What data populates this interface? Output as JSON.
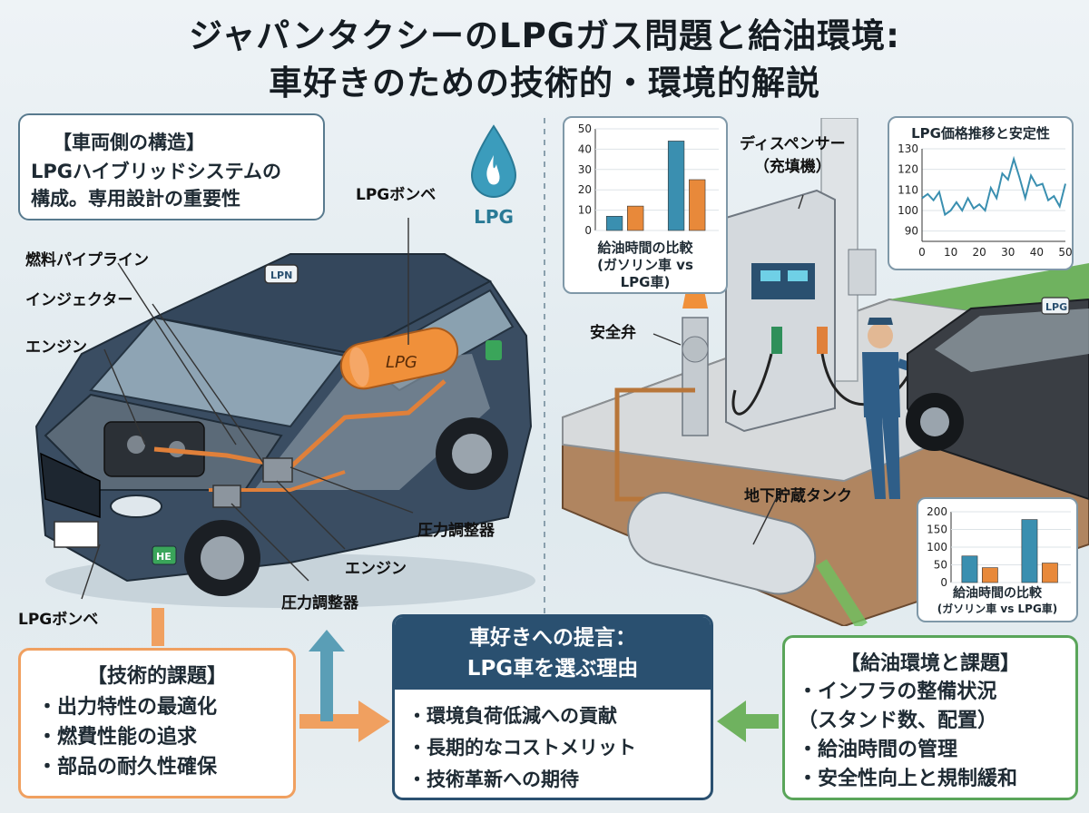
{
  "title_line1": "ジャパンタクシーのLPGガス問題と給油環境:",
  "title_line2": "車好きのための技術的・環境的解説",
  "structure_box": {
    "heading": "【車両側の構造】",
    "line1": "LPGハイブリッドシステムの",
    "line2": "構成。専用設計の重要性"
  },
  "drop_label": "LPG",
  "tank_text": "LPG",
  "roof_sign": "LPN",
  "plate_badge": "HE",
  "car_labels": {
    "fuel_pipeline": "燃料パイプライン",
    "injector": "インジェクター",
    "engine_left": "エンジン",
    "lpg_cylinder_top": "LPGボンベ",
    "pressure_regulator_right": "圧力調整器",
    "engine_bottom": "エンジン",
    "pressure_regulator_bottom": "圧力調整器",
    "lpg_cylinder_bottom": "LPGボンベ"
  },
  "station_labels": {
    "dispenser_line1": "ディスペンサー",
    "dispenser_line2": "（充填機）",
    "safety_valve": "安全弁",
    "underground_tank": "地下貯蔵タンク",
    "taxi_roof": "LPG"
  },
  "technical_box": {
    "heading": "【技術的課題】",
    "items": [
      "・出力特性の最適化",
      "・燃費性能の追求",
      "・部品の耐久性確保"
    ]
  },
  "proposal_box": {
    "heading_line1": "車好きへの提言：",
    "heading_line2": "LPG車を選ぶ理由",
    "items": [
      "・環境負荷低減への貢献",
      "・長期的なコストメリット",
      "・技術革新への期待"
    ]
  },
  "refuel_box": {
    "heading": "【給油環境と課題】",
    "items": [
      "・インフラの整備状況",
      "（スタンド数、配置）",
      "・給油時間の管理",
      "・安全性向上と規制緩和"
    ]
  },
  "colors": {
    "navy": "#2a5070",
    "orange": "#f0a060",
    "teal": "#3a8fb0",
    "green": "#5aa55a",
    "bar_blue": "#3a8fb0",
    "bar_orange": "#e8893a"
  },
  "chart_data": [
    {
      "type": "bar",
      "caption_line1": "給油時間の比較",
      "caption_line2": "(ガソリン車 vs",
      "caption_line3": "LPG車)",
      "y_ticks": [
        "0",
        "10",
        "20",
        "30",
        "40",
        "50"
      ],
      "ylim": [
        0,
        50
      ],
      "categories": [
        "",
        ""
      ],
      "series": [
        {
          "values": [
            7,
            44
          ]
        },
        {
          "values": [
            12,
            25
          ]
        }
      ]
    },
    {
      "type": "line",
      "title": "LPG価格推移と安定性",
      "x_ticks": [
        "0",
        "10",
        "20",
        "30",
        "40",
        "50"
      ],
      "y_ticks": [
        "90",
        "100",
        "110",
        "120",
        "130"
      ],
      "xlim": [
        0,
        50
      ],
      "ylim": [
        85,
        130
      ],
      "x": [
        0,
        2,
        4,
        6,
        8,
        10,
        12,
        14,
        16,
        18,
        20,
        22,
        24,
        26,
        28,
        30,
        32,
        34,
        36,
        38,
        40,
        42,
        44,
        46,
        48,
        50
      ],
      "y": [
        106,
        108,
        105,
        109,
        98,
        100,
        104,
        100,
        106,
        101,
        103,
        100,
        111,
        106,
        118,
        115,
        125,
        116,
        106,
        117,
        112,
        113,
        105,
        107,
        102,
        113
      ]
    },
    {
      "type": "bar",
      "caption_line1": "給油時間の比較",
      "caption_line2": "(ガソリン車 vs LPG車)",
      "y_ticks": [
        "0",
        "50",
        "100",
        "150",
        "200"
      ],
      "ylim": [
        0,
        200
      ],
      "categories": [
        "",
        ""
      ],
      "series": [
        {
          "values": [
            75,
            178
          ]
        },
        {
          "values": [
            42,
            55
          ]
        }
      ]
    }
  ]
}
